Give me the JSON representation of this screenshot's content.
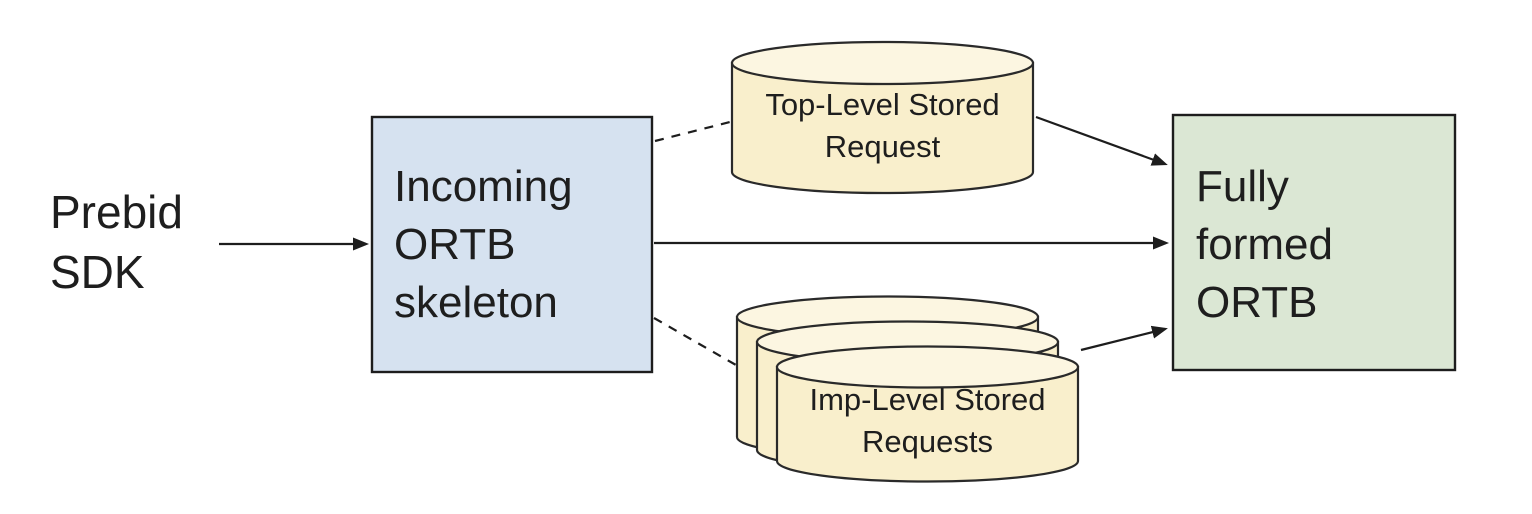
{
  "diagram": {
    "background": "#ffffff",
    "line_color": "#1d1d1d",
    "nodes": {
      "prebid": {
        "label": "Prebid\nSDK"
      },
      "incoming": {
        "label": "Incoming\nORTB\nskeleton",
        "fill": "#d6e2f0"
      },
      "fully_formed": {
        "label": "Fully\nformed\nORTB",
        "fill": "#dbe7d4"
      },
      "top_stored": {
        "label": "Top-Level Stored\nRequest",
        "body_fill": "#f9efcc",
        "top_fill": "#fcf6e1"
      },
      "imp_stored": {
        "label": "Imp-Level Stored\nRequests",
        "body_fill": "#f9efcc",
        "top_fill": "#fcf6e1"
      }
    },
    "edges": {
      "prebid_to_incoming": "solid arrow",
      "incoming_to_fully_formed": "solid arrow",
      "incoming_to_top_stored": "dashed line",
      "incoming_to_imp_stored": "dashed line",
      "top_stored_to_fully_formed": "solid arrow",
      "imp_stored_to_fully_formed": "solid arrow"
    }
  }
}
